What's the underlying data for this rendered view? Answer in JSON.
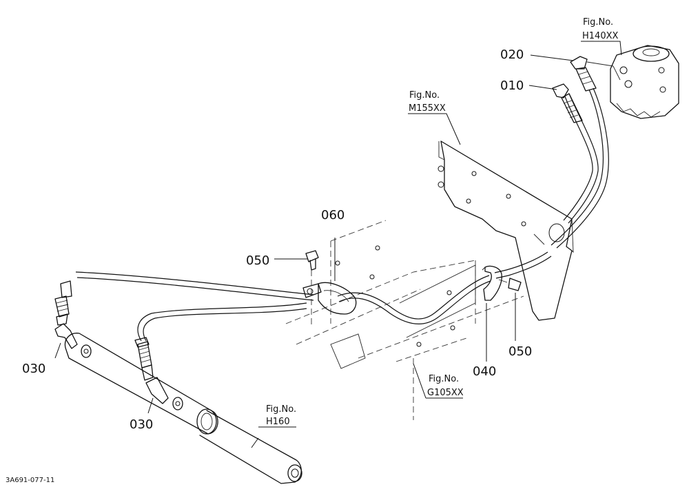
{
  "part_labels": {
    "p010": "010",
    "p020": "020",
    "p030_left": "030",
    "p030_lower": "030",
    "p040": "040",
    "p050_left": "050",
    "p050_right": "050",
    "p060": "060"
  },
  "fig_refs": {
    "h140": {
      "line1": "Fig.No.",
      "line2": "H140XX"
    },
    "m155": {
      "line1": "Fig.No.",
      "line2": "M155XX"
    },
    "g105": {
      "line1": "Fig.No.",
      "line2": "G105XX"
    },
    "h160": {
      "line1": "Fig.No.",
      "line2": "H160"
    }
  },
  "drawing_code": "3A691-077-11"
}
